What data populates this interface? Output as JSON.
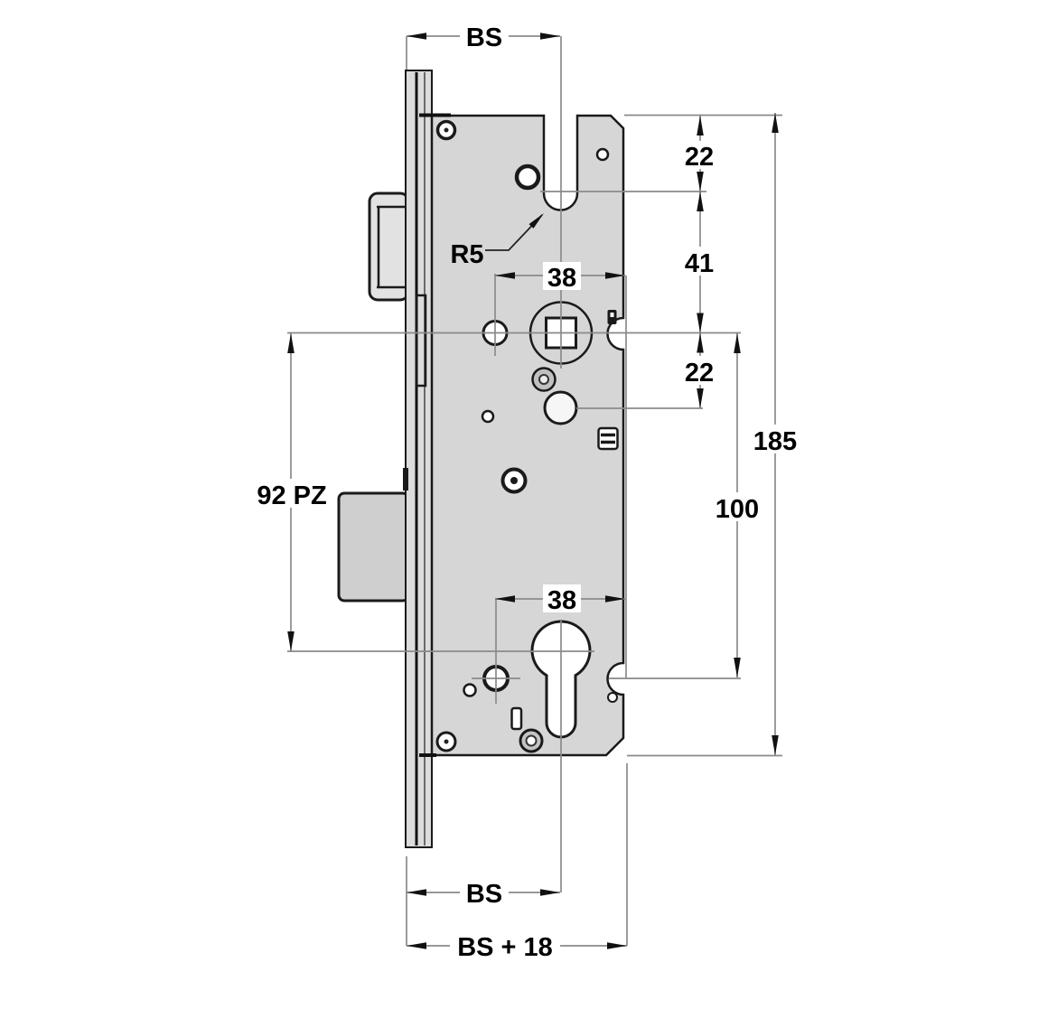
{
  "drawing": {
    "type": "technical-dimension-drawing",
    "subject": "mortise-lock-case-side-view",
    "dims": {
      "bs_top": "BS",
      "r5": "R5",
      "spacing_38_top": "38",
      "edge_to_hook_22": "22",
      "hook_to_spindle_41": "41",
      "spindle_to_hole_22": "22",
      "height_185": "185",
      "spindle_to_latch_100": "100",
      "spindle_to_cylinder_92": "92 PZ",
      "spacing_38_bottom": "38",
      "bs_bottom": "BS",
      "bs_plus_18": "BS + 18"
    },
    "colors": {
      "case_fill": "#d6d6d6",
      "faceplate_fill": "#dcdcdc",
      "bolt_fill": "#cfcfcf",
      "outline": "#1a1a1a",
      "dim_line": "#8a8a8a",
      "label": "#000000",
      "hole_fill": "#ffffff"
    }
  }
}
